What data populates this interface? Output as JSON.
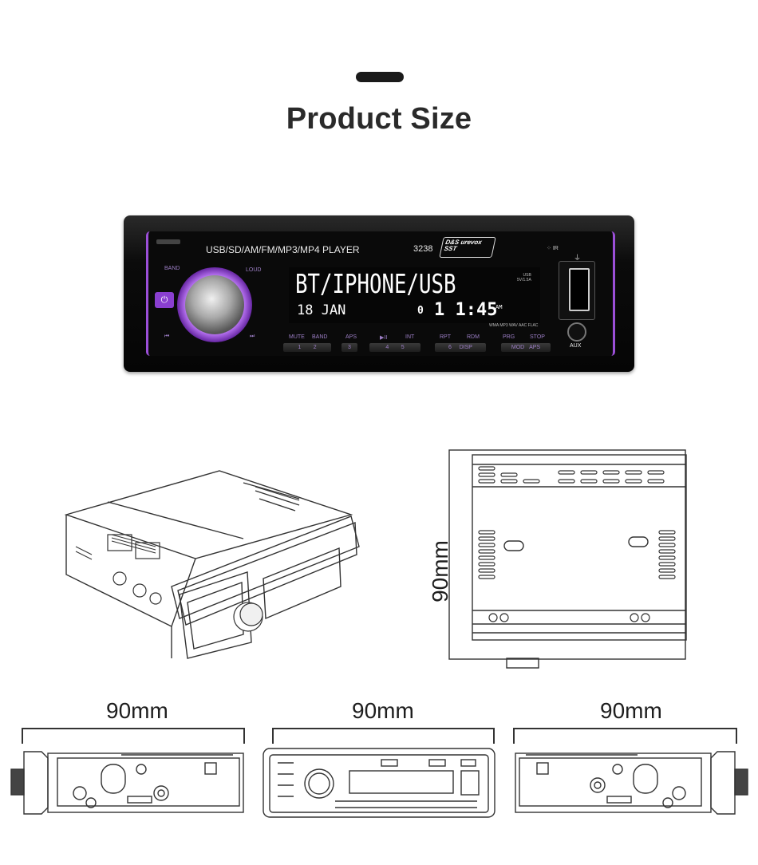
{
  "header": {
    "title": "Product Size"
  },
  "stereo": {
    "top_label": "USB/SD/AM/FM/MP3/MP4 PLAYER",
    "model": "3238",
    "brand_logo": "D&S urevox SST",
    "ir_label": "IR",
    "band_label": "BAND",
    "loud_label": "LOUD",
    "lcd_line1": "BT/IPHONE/USB",
    "lcd_date": "18 JAN",
    "lcd_digit": "0",
    "lcd_time": "1 1:45",
    "lcd_ampm": "AM",
    "usb_spec": "USB\n5V/1.5A",
    "format_text": "WMA MP3 WAV AAC FLAC",
    "aux_label": "AUX",
    "buttons": [
      {
        "top": "MUTE",
        "num": "1"
      },
      {
        "top": "BAND",
        "num": "2"
      },
      {
        "top": "APS",
        "num": "3"
      },
      {
        "top": "▶II",
        "num": "4"
      },
      {
        "top": "INT",
        "num": "5"
      },
      {
        "top": "RPT",
        "num": "6"
      },
      {
        "top": "RDM",
        "num": "DISP"
      },
      {
        "top": "PRG",
        "num": "MOD"
      },
      {
        "top": "STOP",
        "num": "APS"
      }
    ]
  },
  "dimensions": {
    "height": "90mm",
    "left_width": "90mm",
    "center_width": "90mm",
    "right_width": "90mm"
  }
}
